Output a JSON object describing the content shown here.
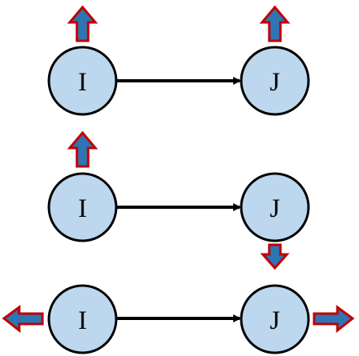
{
  "colors": {
    "node_fill": "#bdd7ee",
    "node_stroke": "#000000",
    "edge": "#000000",
    "arrow_fill": "#2e75b6",
    "arrow_stroke": "#c00000"
  },
  "rows": [
    {
      "source": "I",
      "target": "J",
      "source_arrow": "up",
      "target_arrow": "up"
    },
    {
      "source": "I",
      "target": "J",
      "source_arrow": "up",
      "target_arrow": "down"
    },
    {
      "source": "I",
      "target": "J",
      "source_arrow": "left",
      "target_arrow": "right"
    }
  ]
}
